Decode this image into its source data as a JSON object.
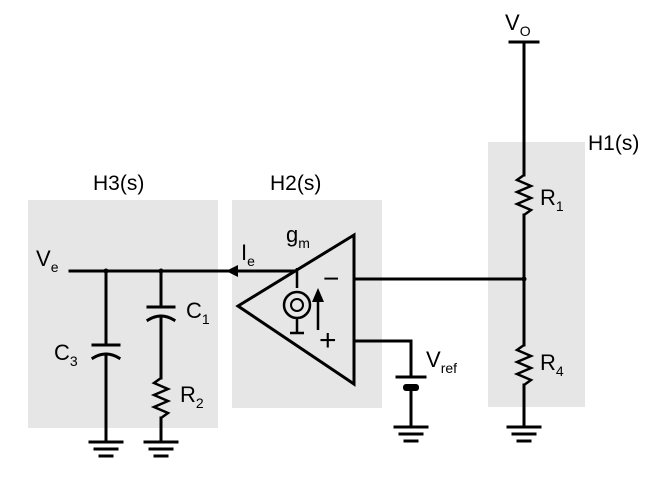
{
  "blocks": {
    "h1": {
      "label": "H1(s)",
      "color": "#e6e6e6"
    },
    "h2": {
      "label": "H2(s)",
      "color": "#e6e6e6"
    },
    "h3": {
      "label": "H3(s)",
      "color": "#e6e6e6"
    }
  },
  "components": {
    "vo": {
      "main": "V",
      "sub": "O"
    },
    "r1": {
      "main": "R",
      "sub": "1"
    },
    "r4": {
      "main": "R",
      "sub": "4"
    },
    "vref": {
      "main": "V",
      "sub": "ref"
    },
    "gm": {
      "main": "g",
      "sub": "m"
    },
    "ie": {
      "main": "I",
      "sub": "e"
    },
    "ve": {
      "main": "V",
      "sub": "e"
    },
    "c1": {
      "main": "C",
      "sub": "1"
    },
    "c3": {
      "main": "C",
      "sub": "3"
    },
    "r2": {
      "main": "R",
      "sub": "2"
    }
  },
  "opamp": {
    "inverting": "−",
    "noninverting": "+"
  }
}
